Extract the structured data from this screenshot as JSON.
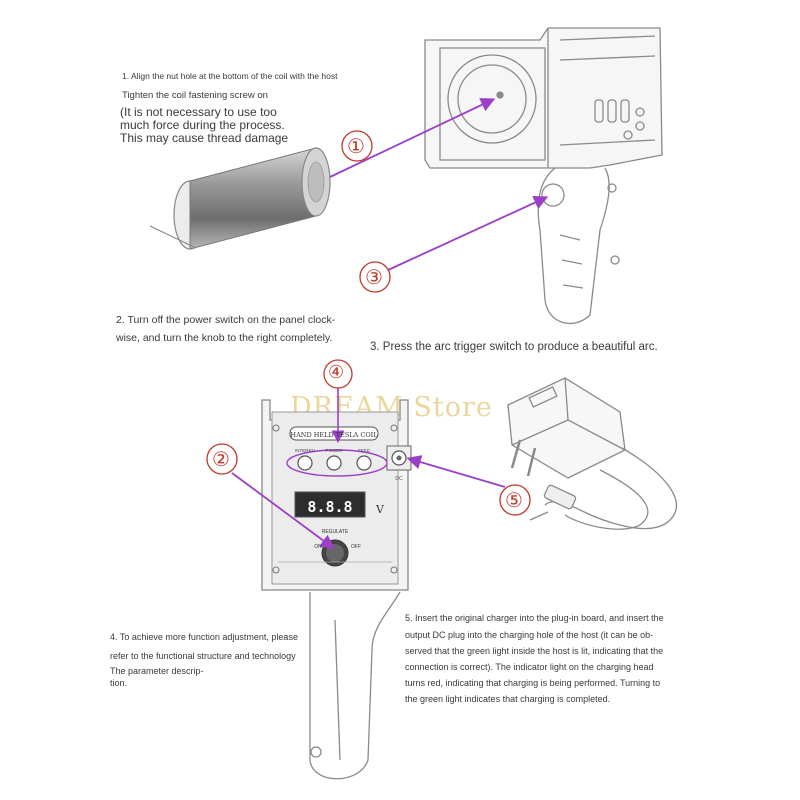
{
  "steps": {
    "step1": {
      "line1": "1. Align the nut hole at the bottom of the coil with the host",
      "line2": "Tighten the coil fastening screw on",
      "line3": "(It is not necessary to use too",
      "line4": "much force during the process.",
      "line5": "This may cause thread damage"
    },
    "step2": {
      "line1": "2. Turn off the power switch on the panel clock-",
      "line2": "wise, and turn the knob to the right completely."
    },
    "step3": {
      "line1": "3. Press the arc trigger switch to produce a beautiful arc."
    },
    "step4": {
      "line1": "4. To achieve more function adjustment, please",
      "line2": "refer to the functional structure and technology",
      "line3": "The parameter descrip-",
      "line4": "tion."
    },
    "step5": {
      "line1": "5. Insert the original charger into the plug-in board, and insert the",
      "line2": "output DC plug into the charging hole of the host (it can be ob-",
      "line3": "served that the green light inside the host is lit, indicating that the",
      "line4": "connection is correct). The indicator light on the charging head",
      "line5": "turns red, indicating that charging is being performed. Turning to",
      "line6": "the green light indicates that charging is completed."
    }
  },
  "callouts": {
    "c1": "①",
    "c2": "②",
    "c3": "③",
    "c4": "④",
    "c5": "⑤"
  },
  "panel": {
    "title": "HAND HELD TESLA COIL",
    "led_labels": [
      "INTERRU",
      "POWER",
      "FEED"
    ],
    "display": "8.8.8",
    "unit": "V",
    "regulate": "REGULATE",
    "on_label": "ON",
    "off_label": "OFF",
    "dc_label": "DC"
  },
  "watermark": "DREAM Store",
  "colors": {
    "callout": "#c0392b",
    "arrow": "#9b3fc9",
    "line_art": "#777777"
  }
}
